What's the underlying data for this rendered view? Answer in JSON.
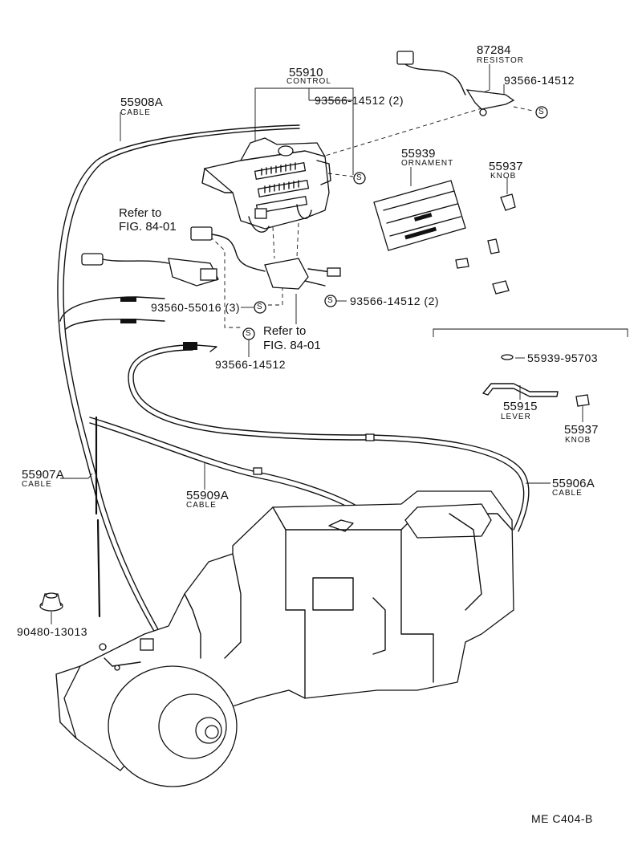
{
  "parts": [
    {
      "number": "55910",
      "name": "CONTROL"
    },
    {
      "number": "87284",
      "name": "RESISTOR"
    },
    {
      "number": "55908A",
      "name": "CABLE"
    },
    {
      "number": "55939",
      "name": "ORNAMENT"
    },
    {
      "number": "55937",
      "name": "KNOB"
    },
    {
      "number": "55915",
      "name": "LEVER"
    },
    {
      "number": "55937",
      "name": "KNOB"
    },
    {
      "number": "55907A",
      "name": "CABLE"
    },
    {
      "number": "55909A",
      "name": "CABLE"
    },
    {
      "number": "55906A",
      "name": "CABLE"
    }
  ],
  "screws": [
    "93566-14512 (2)",
    "93566-14512",
    "93560-55016 (3)",
    "93566-14512 (2)",
    "93566-14512"
  ],
  "references": [
    {
      "line1": "Refer to",
      "line2": "FIG. 84-01"
    },
    {
      "line1": "Refer to",
      "line2": "FIG. 84-01"
    }
  ],
  "other_parts": [
    "55939-95703",
    "90480-13013"
  ],
  "screw_symbol": "S",
  "figure_code": "ME C404-B"
}
